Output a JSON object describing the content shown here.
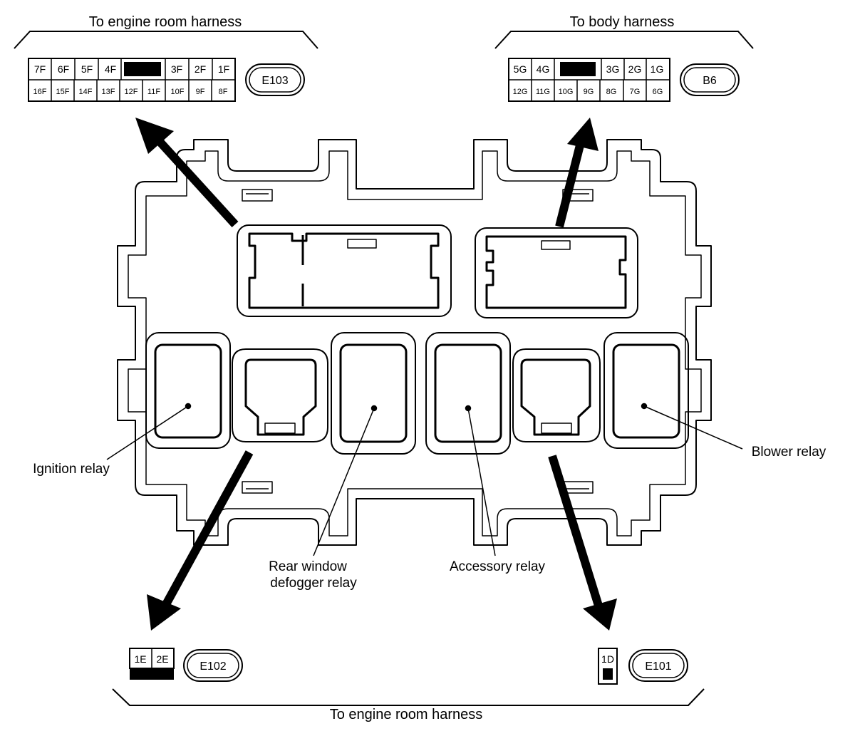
{
  "harness_labels": {
    "top_left": "To engine room harness",
    "top_right": "To body harness",
    "bottom": "To engine room harness"
  },
  "connectors": {
    "e103": {
      "id": "E103",
      "row1": [
        "7F",
        "6F",
        "5F",
        "4F",
        "",
        "3F",
        "2F",
        "1F"
      ],
      "row2": [
        "16F",
        "15F",
        "14F",
        "13F",
        "12F",
        "11F",
        "10F",
        "9F",
        "8F"
      ]
    },
    "b6": {
      "id": "B6",
      "row1": [
        "5G",
        "4G",
        "",
        "3G",
        "2G",
        "1G"
      ],
      "row2": [
        "12G",
        "11G",
        "10G",
        "9G",
        "8G",
        "7G",
        "6G"
      ]
    },
    "e102": {
      "id": "E102",
      "pins": [
        "1E",
        "2E"
      ]
    },
    "e101": {
      "id": "E101",
      "pins": [
        "1D"
      ]
    }
  },
  "relays": {
    "ignition": "Ignition relay",
    "rear_defogger_line1": "Rear window",
    "rear_defogger_line2": "defogger relay",
    "accessory": "Accessory relay",
    "blower": "Blower relay"
  }
}
